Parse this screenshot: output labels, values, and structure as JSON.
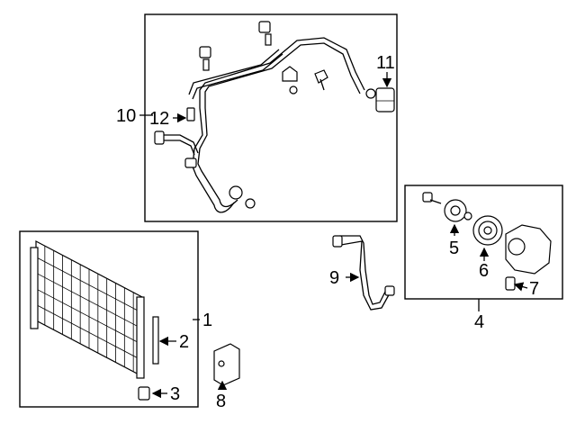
{
  "callouts": {
    "c1": "1",
    "c2": "2",
    "c3": "3",
    "c4": "4",
    "c5": "5",
    "c6": "6",
    "c7": "7",
    "c8": "8",
    "c9": "9",
    "c10": "10",
    "c11": "11",
    "c12": "12"
  },
  "icons": {
    "leader_arrow": "arrow-icon"
  }
}
